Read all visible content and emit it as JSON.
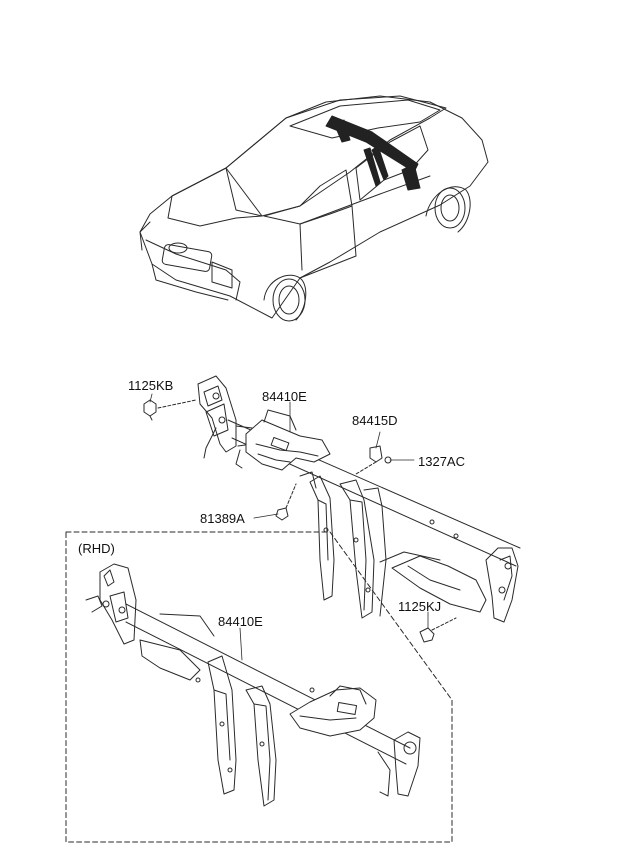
{
  "labels": {
    "p1125kb": "1125KB",
    "p84410e_top": "84410E",
    "p84415d": "84415D",
    "p1327ac": "1327AC",
    "p81389a": "81389A",
    "rhd": "(RHD)",
    "p1125kj": "1125KJ",
    "p84410e_rhd": "84410E"
  },
  "colors": {
    "line": "#2a2a2a",
    "fill": "#ffffff",
    "shade": "#222222"
  }
}
